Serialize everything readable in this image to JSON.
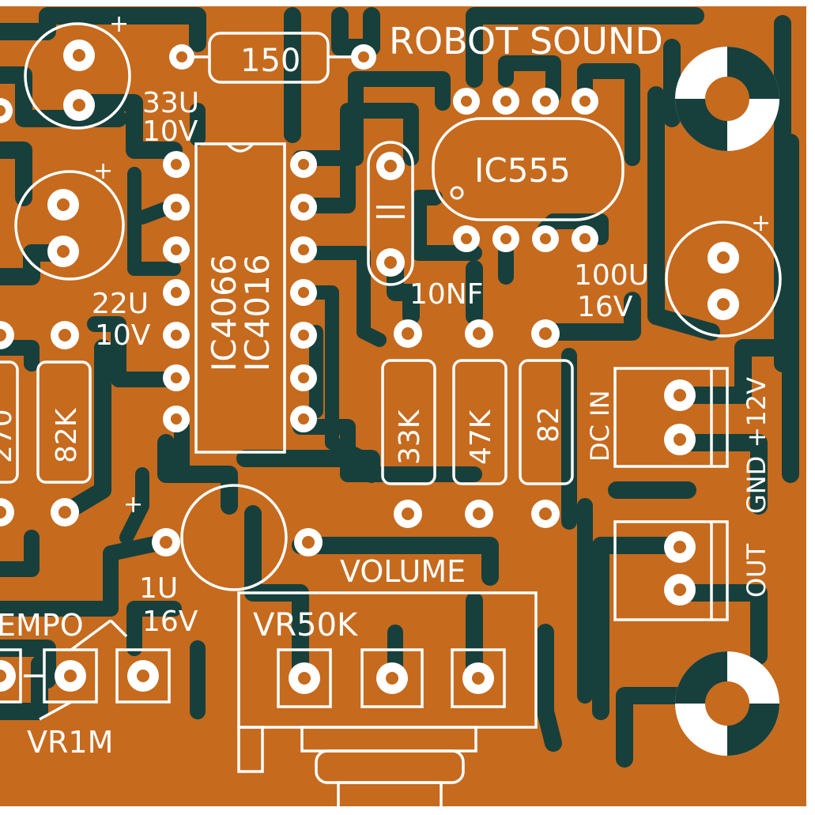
{
  "board": {
    "title": "ROBOT SOUND",
    "colors": {
      "copper": "#c66a1e",
      "mask": "#17403c",
      "silkscreen": "#ffffff"
    }
  },
  "labels": {
    "r150": "150",
    "cap33_value": "33U",
    "cap33_voltage": "10V",
    "cap22_value": "22U",
    "cap22_voltage": "10V",
    "cap1_value": "1U",
    "cap1_voltage": "16V",
    "cap100_value": "100U",
    "cap100_voltage": "16V",
    "cap10nf": "10NF",
    "ic_555": "IC555",
    "ic_4066": "IC4066",
    "ic_4016": "IC4016",
    "r82k": "82K",
    "r33k": "33K",
    "r47k": "47K",
    "r82": "82",
    "r_partial": "270",
    "volume": "VOLUME",
    "vr50k": "VR50K",
    "tempo": "EMPO",
    "vr1m": "VR1M",
    "dc_in": "DC IN",
    "out": "OUT",
    "gnd_12v": "GND +12V",
    "plus": "+"
  }
}
